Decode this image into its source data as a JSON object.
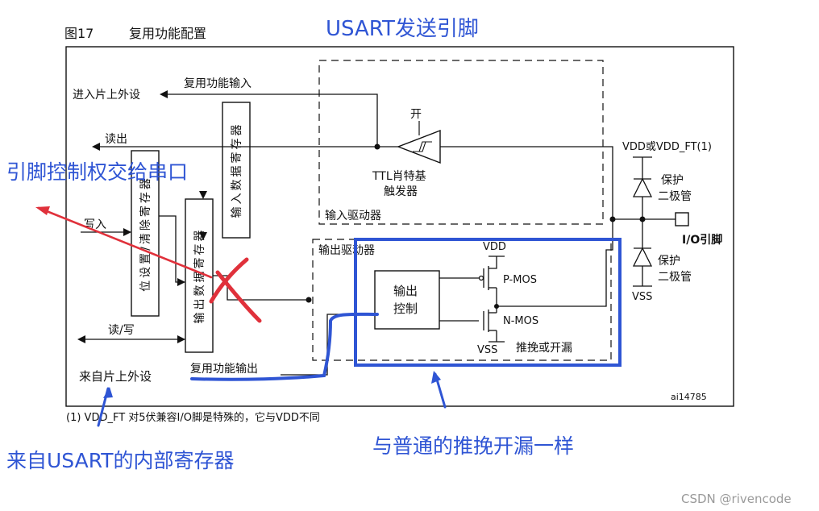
{
  "figure": {
    "number": "图17",
    "title": "复用功能配置",
    "id": "ai14785",
    "footnote": "(1) VDD_FT 对5伏兼容I/O脚是特殊的，它与VDD不同"
  },
  "labels": {
    "alt_input": "复用功能输入",
    "to_peripheral": "进入片上外设",
    "read_out": "读出",
    "write_in": "写入",
    "read_write": "读/写",
    "from_peripheral": "来自片上外设",
    "alt_output": "复用功能输出",
    "input_data_register": "输入数据寄存器",
    "bit_set_reset_register": "位设置/清除寄存器",
    "output_data_register": "输出数据寄存器",
    "input_driver": "输入驱动器",
    "output_driver": "输出驱动器",
    "on": "开",
    "ttl_schmitt_1": "TTL肖特基",
    "ttl_schmitt_2": "触发器",
    "output_control_1": "输出",
    "output_control_2": "控制",
    "vdd": "VDD",
    "vss": "VSS",
    "pmos": "P-MOS",
    "nmos": "N-MOS",
    "push_pull_open_drain": "推挽或开漏",
    "vdd_or_vddft": "VDD或VDD_FT(1)",
    "protection_1": "保护",
    "diode_1": "二极管",
    "protection_2": "保护",
    "diode_2": "二极管",
    "io_pin": "I/O引脚",
    "vss_rail": "VSS"
  },
  "annotations": {
    "usart_tx_pin": "USART发送引脚",
    "pin_control_to_uart": "引脚控制权交给串口",
    "from_usart_register": "来自USART的内部寄存器",
    "same_as_normal": "与普通的推挽开漏一样"
  },
  "colors": {
    "annotation_blue": "#2f55d4",
    "annotation_red": "#e0313b",
    "line": "#111111"
  },
  "watermark": "CSDN @rivencode"
}
